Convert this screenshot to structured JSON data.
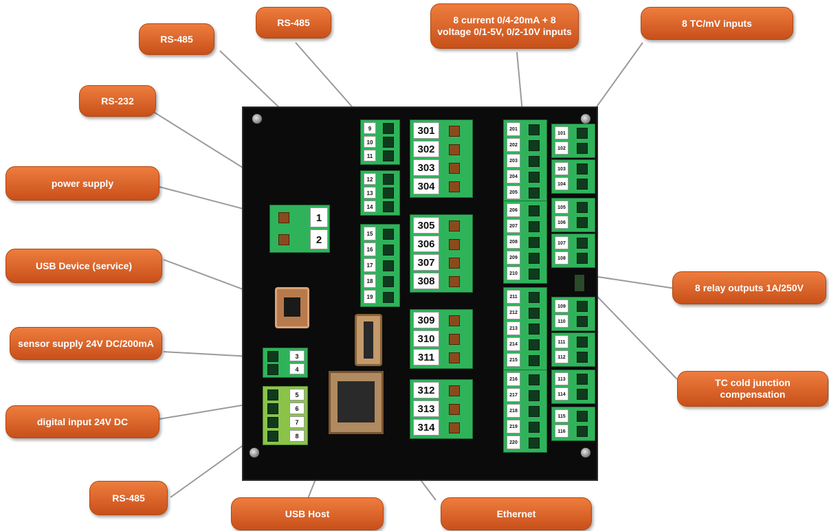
{
  "callouts": {
    "rs485_top_center": "RS-485",
    "rs485_top_left": "RS-485",
    "rs232": "RS-232",
    "power_supply": "power supply",
    "usb_device": "USB Device (service)",
    "sensor_supply": "sensor supply 24V DC/200mA",
    "digital_input": "digital input 24V DC",
    "rs485_bottom": "RS-485",
    "usb_host": "USB Host",
    "ethernet": "Ethernet",
    "analog_inputs": "8 current 0/4-20mA + 8 voltage 0/1-5V, 0/2-10V inputs",
    "tc_inputs": "8 TC/mV inputs",
    "relay_outputs": "8 relay outputs 1A/250V",
    "tc_cold_junction": "TC cold junction compensation"
  },
  "pins": {
    "power": [
      "1",
      "2"
    ],
    "sensor_supply": [
      "3",
      "4"
    ],
    "digital": [
      "5",
      "6",
      "7",
      "8"
    ],
    "rs485_a": [
      "9",
      "10",
      "11"
    ],
    "rs485_b": [
      "12",
      "13",
      "14"
    ],
    "rs232": [
      "15",
      "16",
      "17",
      "18",
      "19"
    ],
    "relay_1": [
      "301",
      "302",
      "303",
      "304"
    ],
    "relay_2": [
      "305",
      "306",
      "307",
      "308"
    ],
    "relay_3": [
      "309",
      "310",
      "311"
    ],
    "relay_4": [
      "312",
      "313",
      "314"
    ],
    "analog_1": [
      "201",
      "202",
      "203",
      "204",
      "205"
    ],
    "analog_2": [
      "206",
      "207",
      "208",
      "209",
      "210"
    ],
    "analog_3": [
      "211",
      "212",
      "213",
      "214",
      "215"
    ],
    "analog_4": [
      "216",
      "217",
      "218",
      "219",
      "220"
    ],
    "tc_1": [
      "101",
      "102"
    ],
    "tc_2": [
      "103",
      "104"
    ],
    "tc_3": [
      "105",
      "106"
    ],
    "tc_4": [
      "107",
      "108"
    ],
    "tc_5": [
      "109",
      "110"
    ],
    "tc_6": [
      "111",
      "112"
    ],
    "tc_7": [
      "113",
      "114"
    ],
    "tc_8": [
      "115",
      "116"
    ]
  },
  "colors": {
    "callout": "#dd6a2e",
    "board": "#0b0b0b",
    "terminal": "#2fb35a",
    "terminal_lime": "#8bc34a",
    "leader": "#9a9a9a"
  }
}
